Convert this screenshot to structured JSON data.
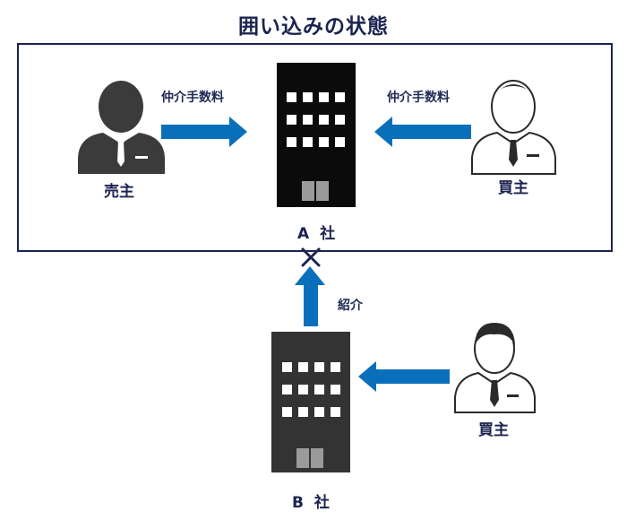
{
  "title": "囲い込みの状態",
  "group_a": {
    "seller_label": "売主",
    "seller_arrow_label": "仲介手数料",
    "buyer_label": "買主",
    "buyer_arrow_label": "仲介手数料",
    "company_label": "A 社"
  },
  "blocked_link": {
    "label": "紹介",
    "block_symbol": "cross-icon"
  },
  "group_b": {
    "company_label": "B 社",
    "buyer_label": "買主"
  },
  "colors": {
    "frame": "#1b2350",
    "arrow": "#0a6fba",
    "building_a": "#0b0b0b",
    "building_b": "#333333",
    "seller_figure": "#3b3b3b",
    "cross": "#1b2350"
  }
}
